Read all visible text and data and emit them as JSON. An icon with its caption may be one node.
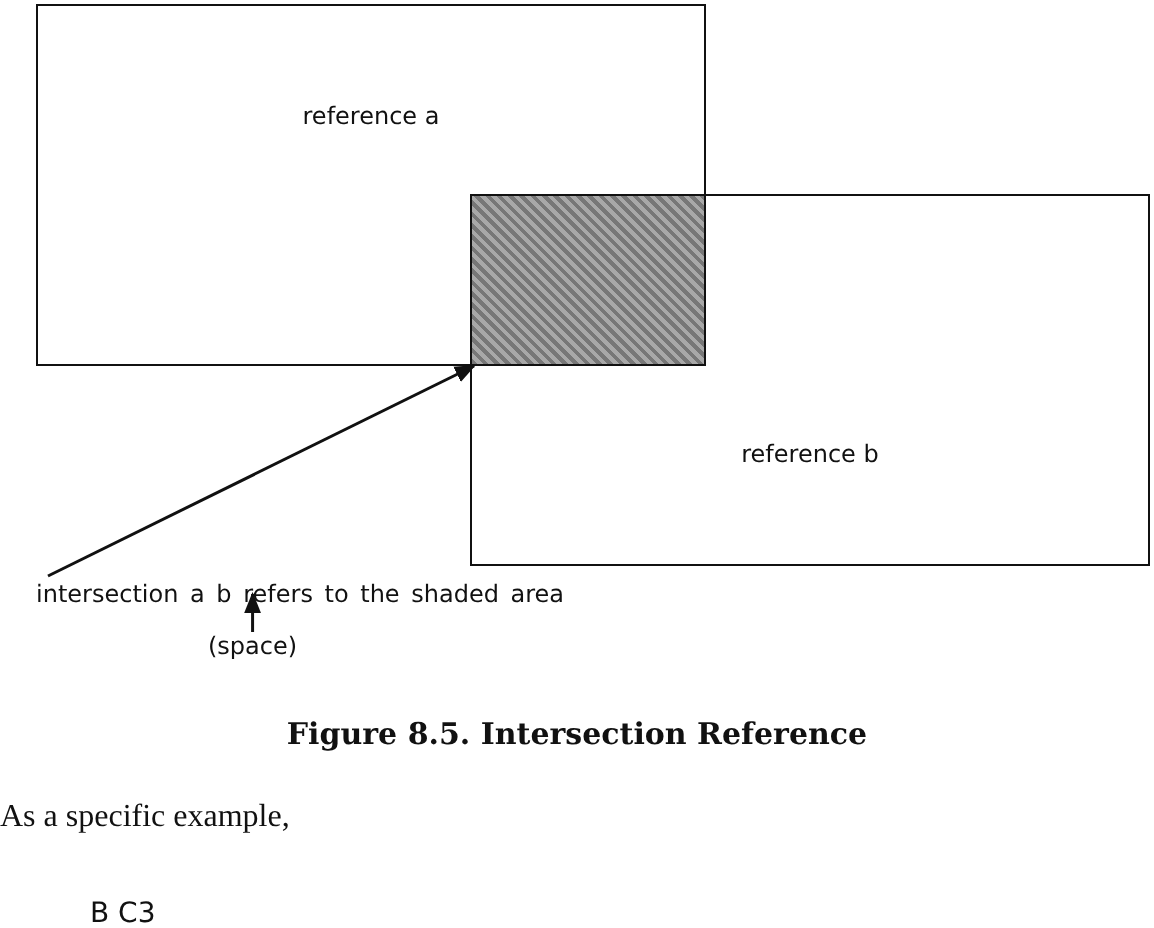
{
  "diagram": {
    "caption": "Figure 8.5. Intersection Reference",
    "nodes": [
      {
        "text": [
          "reference a"
        ]
      },
      {
        "text": [
          "reference b"
        ]
      },
      {
        "text": [],
        "shape": "box"
      },
      {
        "text": [
          "intersection a b refers to the shaded area"
        ]
      },
      {
        "text": [
          "(space)"
        ]
      }
    ],
    "edges": [
      {
        "from": 3,
        "to": 2,
        "arrow": "to"
      },
      {
        "from": 4,
        "to": null,
        "arrow": "to"
      }
    ],
    "labels": [
      "As a specific example,",
      "B C3"
    ]
  }
}
